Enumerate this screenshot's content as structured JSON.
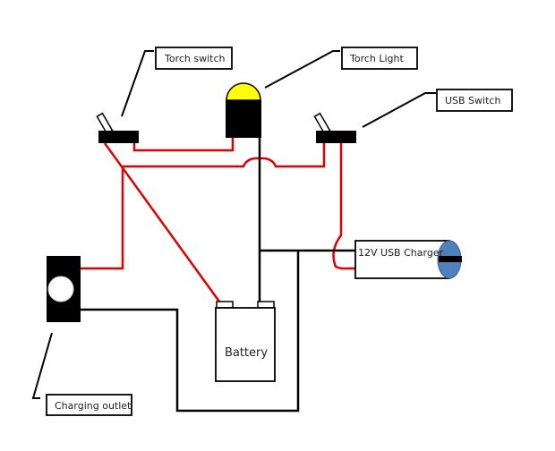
{
  "labels": {
    "torch_switch": "Torch switch",
    "torch_light": "Torch Light",
    "usb_switch": "USB Switch",
    "charging_outlet": "Charging outlet",
    "usb_charger": "12V USB Charger",
    "battery": "Battery"
  },
  "colors": {
    "positive_wire": "#e00000",
    "negative_wire": "#000000",
    "light_dome": "#ffff00",
    "charger_end": "#4f81bd"
  }
}
